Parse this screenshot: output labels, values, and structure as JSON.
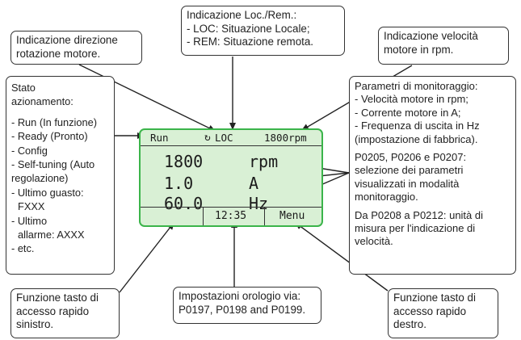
{
  "colors": {
    "lcd_background": "#d9f0d5",
    "lcd_border": "#3bb44a",
    "line": "#222222"
  },
  "lcd": {
    "mode": "Run",
    "direction_symbol": "↻",
    "loc_rem": "LOC",
    "top_speed": "1800rpm",
    "rows": [
      {
        "value": "1800",
        "unit": "rpm"
      },
      {
        "value": "1.0",
        "unit": "A"
      },
      {
        "value": "60.0",
        "unit": "Hz"
      }
    ],
    "clock": "12:35",
    "right_key": "Menu",
    "left_key": ""
  },
  "callouts": {
    "direction": [
      "Indicazione direzione",
      "rotazione motore."
    ],
    "locrem": [
      "Indicazione Loc./Rem.:",
      "- LOC: Situazione Locale;",
      "- REM: Situazione remota."
    ],
    "speed": [
      "Indicazione velocità",
      "motore in rpm."
    ],
    "stato": [
      "Stato",
      "azionamento:",
      "- Run (In funzione)",
      "- Ready (Pronto)",
      "- Config",
      "- Self-tuning (Auto",
      "regolazione)",
      "- Ultimo guasto:",
      "   FXXX",
      "- Ultimo",
      "   allarme: AXXX",
      "- etc."
    ],
    "params": [
      "Parametri di monitoraggio:",
      "- Velocità motore in rpm;",
      "- Corrente motore in A;",
      "- Frequenza di uscita in Hz",
      "(impostazione di fabbrica).",
      "",
      "P0205, P0206 e P0207:",
      "selezione dei parametri",
      "visualizzati in modalità",
      "monitoraggio.",
      "",
      "Da P0208 a P0212: unità di",
      "misura per l'indicazione di",
      "velocità."
    ],
    "left_key": [
      "Funzione tasto di",
      "accesso rapido",
      "sinistro."
    ],
    "clock": [
      "Impostazioni orologio via:",
      "P0197, P0198 and P0199."
    ],
    "right_key": [
      "Funzione tasto di",
      "accesso rapido",
      "destro."
    ]
  }
}
